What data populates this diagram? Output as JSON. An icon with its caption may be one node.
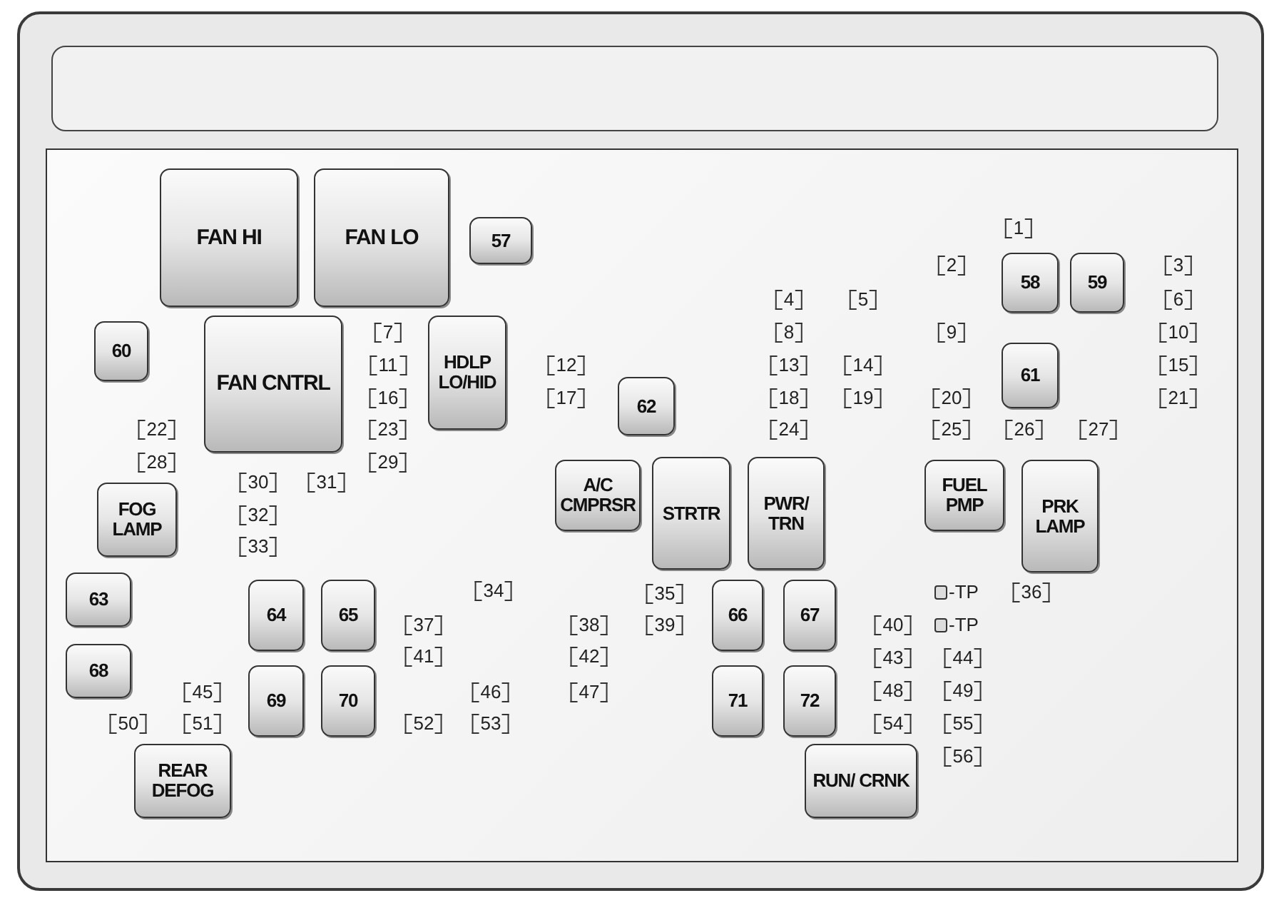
{
  "diagram": {
    "nodes": [
      {
        "text": [
          "FAN HI"
        ]
      },
      {
        "text": [
          "FAN LO"
        ]
      },
      {
        "text": [
          "1"
        ]
      },
      {
        "text": [
          "57"
        ]
      },
      {
        "text": [
          "2"
        ]
      },
      {
        "text": [
          "58"
        ]
      },
      {
        "text": [
          "59"
        ]
      },
      {
        "text": [
          "3"
        ]
      },
      {
        "text": [
          "4"
        ]
      },
      {
        "text": [
          "5"
        ]
      },
      {
        "text": [
          "6"
        ]
      },
      {
        "text": [
          "60"
        ]
      },
      {
        "text": [
          "FAN CNTRL"
        ]
      },
      {
        "text": [
          "7"
        ]
      },
      {
        "text": [
          "HDLP LO/HID"
        ]
      },
      {
        "text": [
          "8"
        ]
      },
      {
        "text": [
          "9"
        ]
      },
      {
        "text": [
          "10"
        ]
      },
      {
        "text": [
          "61"
        ]
      },
      {
        "text": [
          "11"
        ]
      },
      {
        "text": [
          "12"
        ]
      },
      {
        "text": [
          "13"
        ]
      },
      {
        "text": [
          "14"
        ]
      },
      {
        "text": [
          "15"
        ]
      },
      {
        "text": [
          "16"
        ]
      },
      {
        "text": [
          "17"
        ]
      },
      {
        "text": [
          "62"
        ]
      },
      {
        "text": [
          "18"
        ]
      },
      {
        "text": [
          "19"
        ]
      },
      {
        "text": [
          "20"
        ]
      },
      {
        "text": [
          "21"
        ]
      },
      {
        "text": [
          "22"
        ]
      },
      {
        "text": [
          "23"
        ]
      },
      {
        "text": [
          "24"
        ]
      },
      {
        "text": [
          "25"
        ]
      },
      {
        "text": [
          "26"
        ]
      },
      {
        "text": [
          "27"
        ]
      },
      {
        "text": [
          "28"
        ]
      },
      {
        "text": [
          "29"
        ]
      },
      {
        "text": [
          "A/C CMPRSR"
        ]
      },
      {
        "text": [
          "STRTR"
        ]
      },
      {
        "text": [
          "PWR/ TRN"
        ]
      },
      {
        "text": [
          "FUEL PMP"
        ]
      },
      {
        "text": [
          "PRK LAMP"
        ]
      },
      {
        "text": [
          "FOG LAMP"
        ]
      },
      {
        "text": [
          "30"
        ]
      },
      {
        "text": [
          "31"
        ]
      },
      {
        "text": [
          "32"
        ]
      },
      {
        "text": [
          "33"
        ]
      },
      {
        "text": [
          "63"
        ]
      },
      {
        "text": [
          "64"
        ]
      },
      {
        "text": [
          "65"
        ]
      },
      {
        "text": [
          "34"
        ]
      },
      {
        "text": [
          "35"
        ]
      },
      {
        "text": [
          "66"
        ]
      },
      {
        "text": [
          "67"
        ]
      },
      {
        "text": [
          "36"
        ]
      },
      {
        "text": [
          "37"
        ]
      },
      {
        "text": [
          "38"
        ]
      },
      {
        "text": [
          "39"
        ]
      },
      {
        "text": [
          "40"
        ]
      },
      {
        "text": [
          "68"
        ]
      },
      {
        "text": [
          "41"
        ]
      },
      {
        "text": [
          "42"
        ]
      },
      {
        "text": [
          "43"
        ]
      },
      {
        "text": [
          "44"
        ]
      },
      {
        "text": [
          "69"
        ]
      },
      {
        "text": [
          "70"
        ]
      },
      {
        "text": [
          "71"
        ]
      },
      {
        "text": [
          "72"
        ]
      },
      {
        "text": [
          "45"
        ]
      },
      {
        "text": [
          "46"
        ]
      },
      {
        "text": [
          "47"
        ]
      },
      {
        "text": [
          "48"
        ]
      },
      {
        "text": [
          "49"
        ]
      },
      {
        "text": [
          "50"
        ]
      },
      {
        "text": [
          "51"
        ]
      },
      {
        "text": [
          "52"
        ]
      },
      {
        "text": [
          "53"
        ]
      },
      {
        "text": [
          "54"
        ]
      },
      {
        "text": [
          "55"
        ]
      },
      {
        "text": [
          "REAR DEFOG"
        ]
      },
      {
        "text": [
          "RUN/ CRNK"
        ]
      },
      {
        "text": [
          "56"
        ]
      }
    ],
    "labels": [
      "-TP",
      "-TP"
    ]
  }
}
